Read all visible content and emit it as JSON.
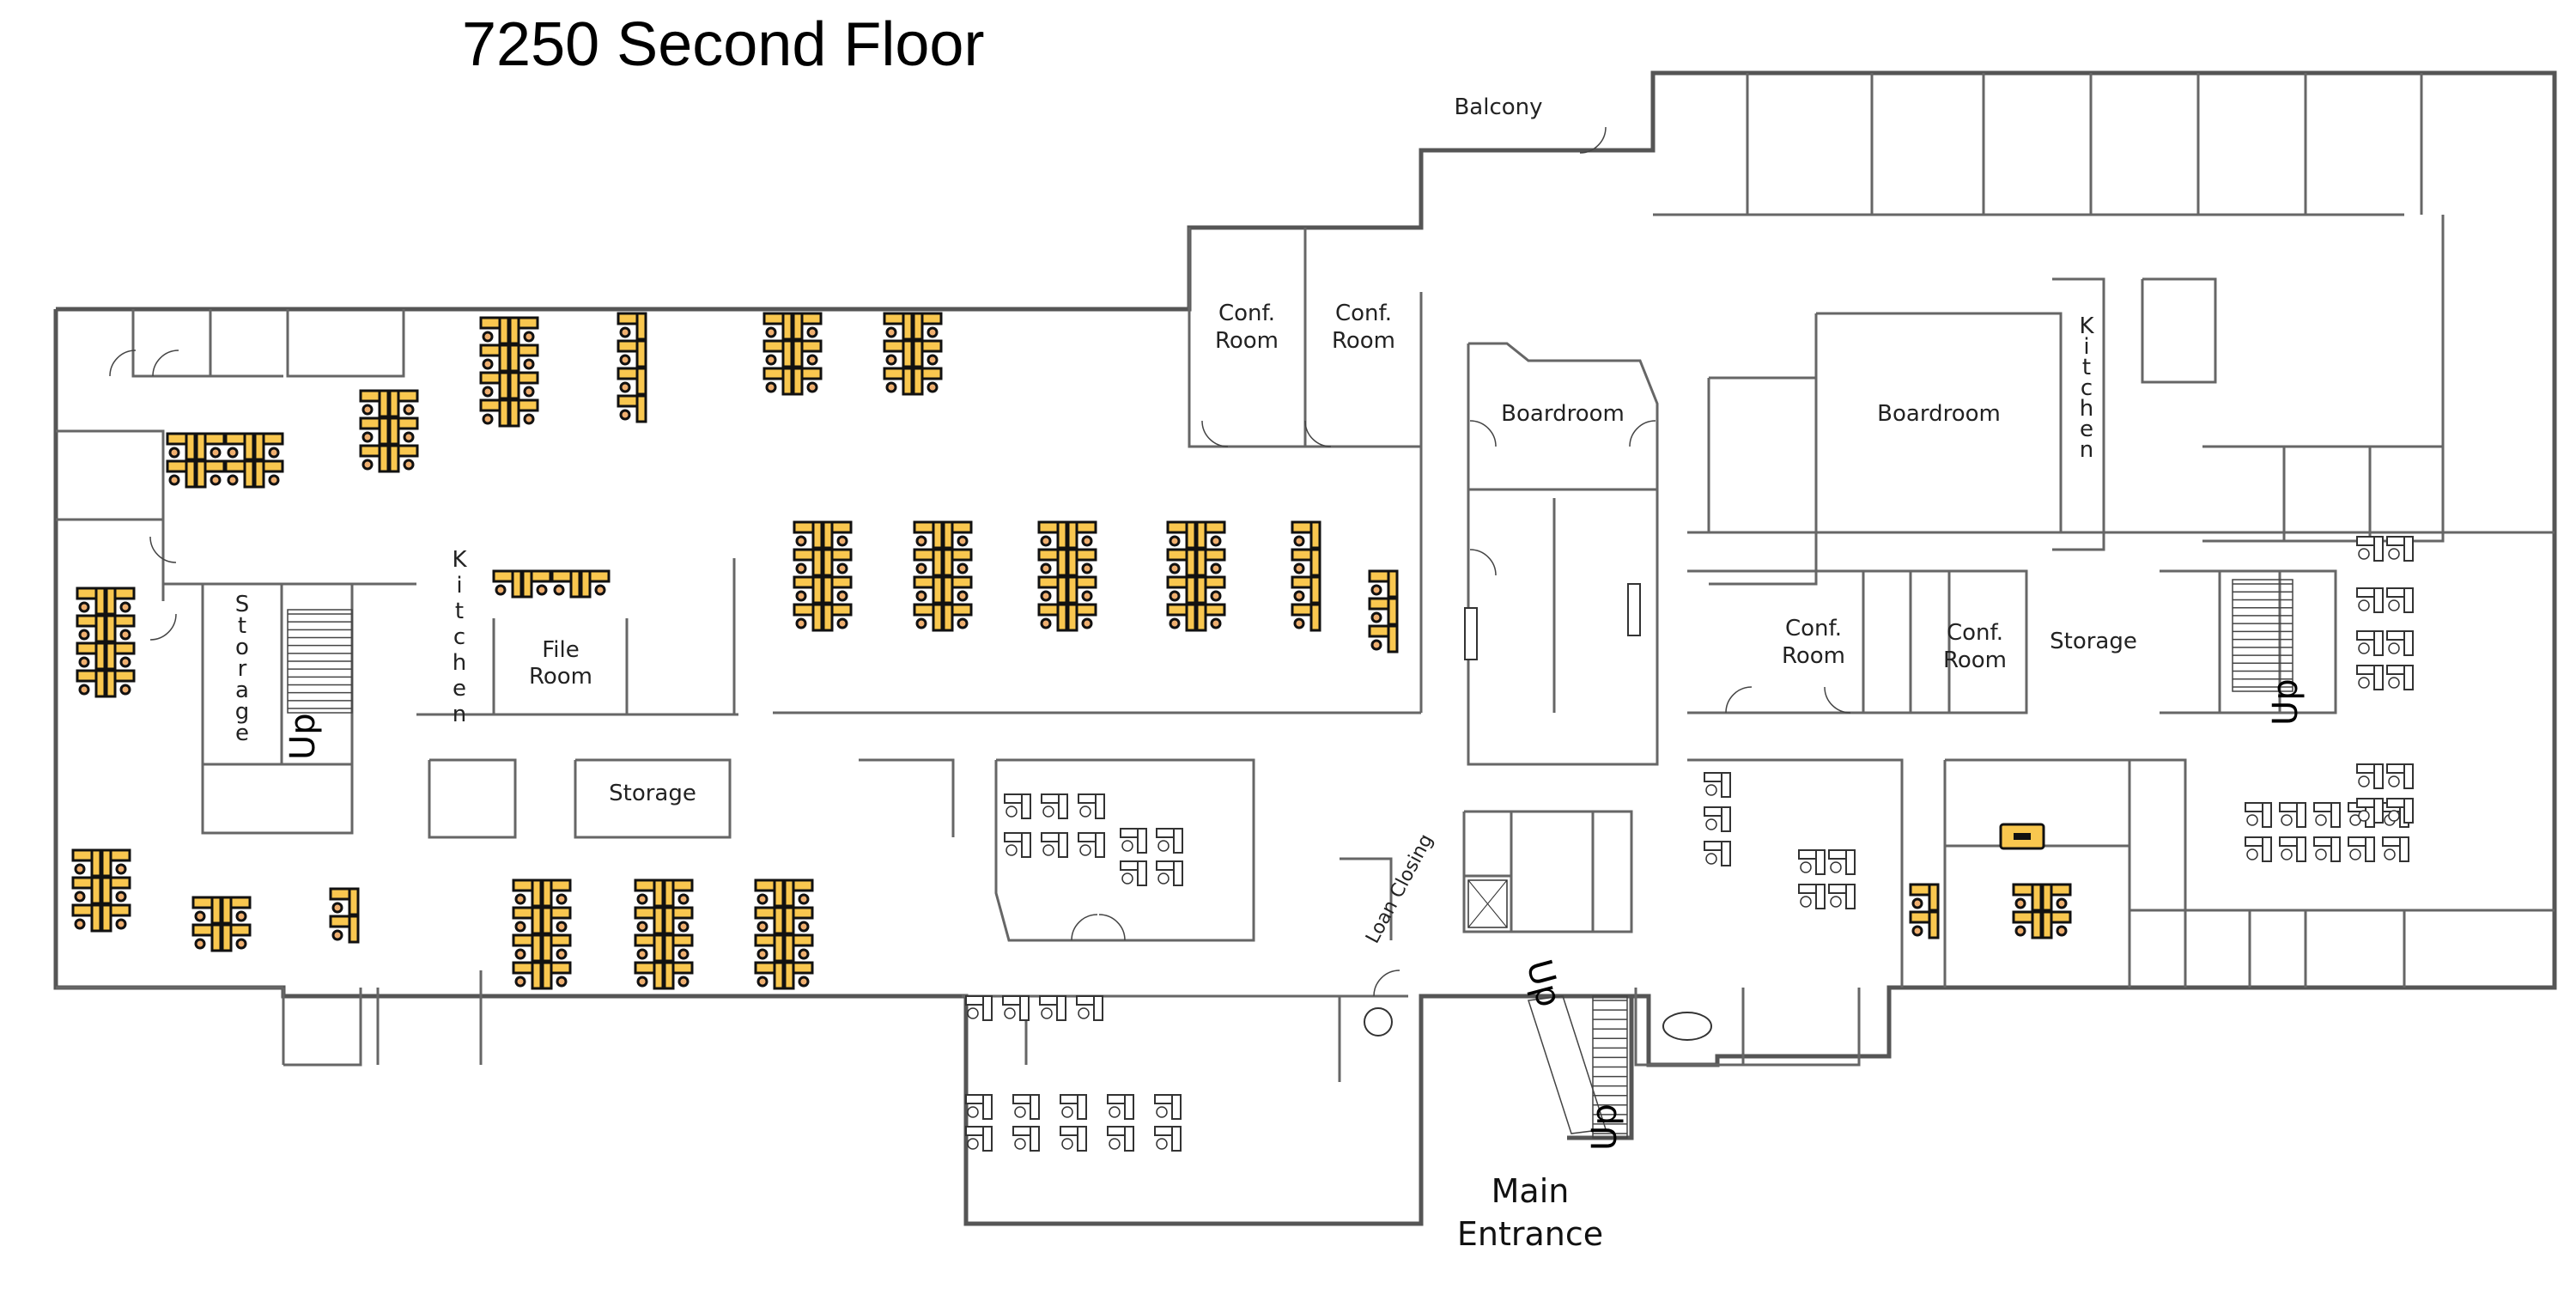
{
  "title": "7250 Second Floor",
  "colors": {
    "workstation": "#f9c74f",
    "workstation_panel": "#cfd0bd",
    "chair": "#f0b070",
    "wall": "#555555",
    "background": "#ffffff"
  },
  "rooms": [
    {
      "id": "balcony",
      "label": "Balcony"
    },
    {
      "id": "conf-room-1",
      "label": "Conf.\nRoom",
      "lines": [
        "Conf.",
        "Room"
      ]
    },
    {
      "id": "conf-room-2",
      "label": "Conf.\nRoom",
      "lines": [
        "Conf.",
        "Room"
      ]
    },
    {
      "id": "boardroom-center",
      "label": "Boardroom"
    },
    {
      "id": "boardroom-east",
      "label": "Boardroom"
    },
    {
      "id": "kitchen-west",
      "label": "Kitchen",
      "vertical": true
    },
    {
      "id": "kitchen-east",
      "label": "Kitchen",
      "vertical": true
    },
    {
      "id": "storage-west",
      "label": "Storage",
      "vertical": true
    },
    {
      "id": "file-room",
      "label": "File Room",
      "lines": [
        "File",
        "Room"
      ]
    },
    {
      "id": "storage-south",
      "label": "Storage"
    },
    {
      "id": "conf-room-3",
      "label": "Conf. Room",
      "lines": [
        "Conf.",
        "Room"
      ]
    },
    {
      "id": "conf-room-4",
      "label": "Conf. Room",
      "lines": [
        "Conf.",
        "Room"
      ]
    },
    {
      "id": "storage-east",
      "label": "Storage"
    },
    {
      "id": "loan-closing",
      "label": "Loan Closing"
    },
    {
      "id": "main-entrance",
      "label": "Main Entrance",
      "lines": [
        "Main",
        "Entrance"
      ]
    }
  ],
  "stairs": [
    {
      "id": "stair-west",
      "label": "Up"
    },
    {
      "id": "stair-east",
      "label": "Up"
    },
    {
      "id": "stair-main-a",
      "label": "Up"
    },
    {
      "id": "stair-main-b",
      "label": "Up"
    }
  ]
}
